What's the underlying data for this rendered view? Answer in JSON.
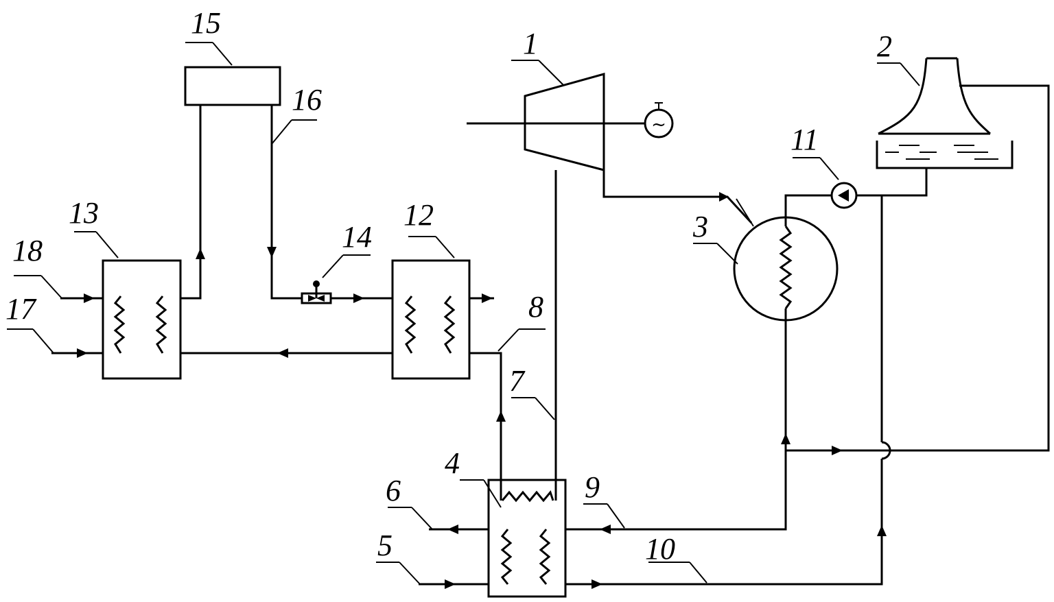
{
  "labels": {
    "n1": "1",
    "n2": "2",
    "n3": "3",
    "n4": "4",
    "n5": "5",
    "n6": "6",
    "n7": "7",
    "n8": "8",
    "n9": "9",
    "n10": "10",
    "n11": "11",
    "n12": "12",
    "n13": "13",
    "n14": "14",
    "n15": "15",
    "n16": "16",
    "n17": "17",
    "n18": "18"
  },
  "generator_symbol": "~",
  "colors": {
    "line": "#000000",
    "background": "#ffffff"
  }
}
